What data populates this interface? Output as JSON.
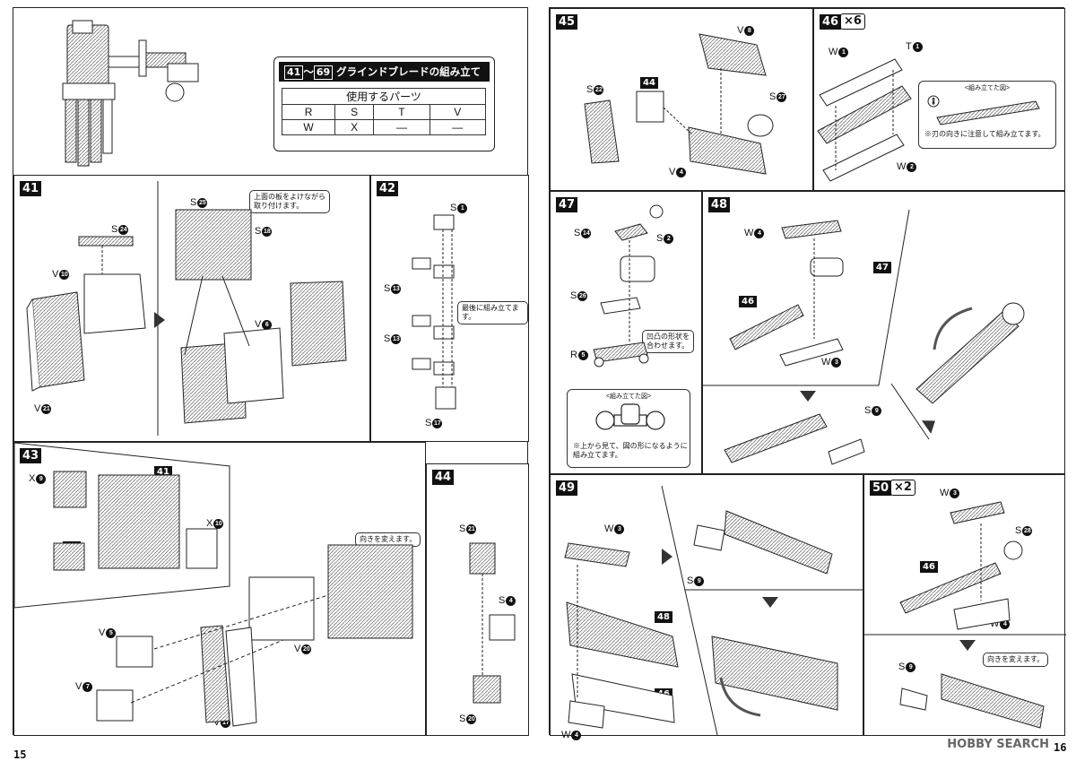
{
  "left_page": {
    "title": {
      "range_start": "41",
      "range_sep": "～",
      "range_end": "69",
      "text": "グラインドブレードの組み立て"
    },
    "parts_table": {
      "header": "使用するパーツ",
      "rows": [
        [
          "R",
          "S",
          "T",
          "V"
        ],
        [
          "W",
          "X",
          "—",
          "—"
        ]
      ]
    },
    "step41": {
      "number": "41",
      "labels": [
        {
          "letter": "S",
          "num": "24"
        },
        {
          "letter": "V",
          "num": "10"
        },
        {
          "letter": "V",
          "num": "21"
        },
        {
          "letter": "S",
          "num": "25"
        },
        {
          "letter": "S",
          "num": "18"
        },
        {
          "letter": "V",
          "num": "6"
        }
      ],
      "note": "上面の板をよけながら\n取り付けます。"
    },
    "step42": {
      "number": "42",
      "labels": [
        {
          "letter": "S",
          "num": "1"
        },
        {
          "letter": "S",
          "num": "13"
        },
        {
          "letter": "S",
          "num": "13"
        },
        {
          "letter": "S",
          "num": "17"
        }
      ],
      "note": "最後に組み立てます。"
    },
    "step43": {
      "number": "43",
      "tag41": "41",
      "tag42": "42",
      "labels": [
        {
          "letter": "X",
          "num": "9"
        },
        {
          "letter": "X",
          "num": "10"
        },
        {
          "letter": "V",
          "num": "5"
        },
        {
          "letter": "V",
          "num": "7"
        },
        {
          "letter": "V",
          "num": "20"
        },
        {
          "letter": "V",
          "num": "17"
        }
      ],
      "note": "向きを変えます。"
    },
    "step44": {
      "number": "44",
      "labels": [
        {
          "letter": "S",
          "num": "21"
        },
        {
          "letter": "S",
          "num": "4"
        },
        {
          "letter": "S",
          "num": "20"
        }
      ]
    },
    "page_number": "15"
  },
  "right_page": {
    "step45": {
      "number": "45",
      "tag44": "44",
      "labels": [
        {
          "letter": "V",
          "num": "8"
        },
        {
          "letter": "S",
          "num": "22"
        },
        {
          "letter": "S",
          "num": "27"
        },
        {
          "letter": "V",
          "num": "4"
        }
      ]
    },
    "step46": {
      "number": "46",
      "multiplier": "×6",
      "labels": [
        {
          "letter": "W",
          "num": "1"
        },
        {
          "letter": "T",
          "num": "1"
        },
        {
          "letter": "W",
          "num": "2"
        }
      ],
      "assembled_title": "<組み立てた図>",
      "caution": "※刃の向きに注意して組み立てます。"
    },
    "step47": {
      "number": "47",
      "labels": [
        {
          "letter": "S",
          "num": "14"
        },
        {
          "letter": "S",
          "num": "2"
        },
        {
          "letter": "S",
          "num": "26"
        },
        {
          "letter": "R",
          "num": "5"
        }
      ],
      "note": "凹凸の形状を\n合わせます。",
      "assembled_title": "<組み立てた図>",
      "caption": "※上から見て、図の形になるように\n組み立てます。"
    },
    "step48": {
      "number": "48",
      "tag47": "47",
      "tag46": "46",
      "labels": [
        {
          "letter": "W",
          "num": "4"
        },
        {
          "letter": "W",
          "num": "3"
        },
        {
          "letter": "S",
          "num": "9"
        }
      ]
    },
    "step49": {
      "number": "49",
      "tag48": "48",
      "tag46": "46",
      "labels": [
        {
          "letter": "W",
          "num": "3"
        },
        {
          "letter": "S",
          "num": "9"
        },
        {
          "letter": "W",
          "num": "4"
        }
      ]
    },
    "step50": {
      "number": "50",
      "multiplier": "×2",
      "tag46": "46",
      "labels": [
        {
          "letter": "W",
          "num": "3"
        },
        {
          "letter": "S",
          "num": "28"
        },
        {
          "letter": "W",
          "num": "4"
        },
        {
          "letter": "S",
          "num": "9"
        }
      ],
      "note": "向きを変えます。"
    },
    "page_number": "16",
    "watermark": "HOBBY SEARCH"
  }
}
